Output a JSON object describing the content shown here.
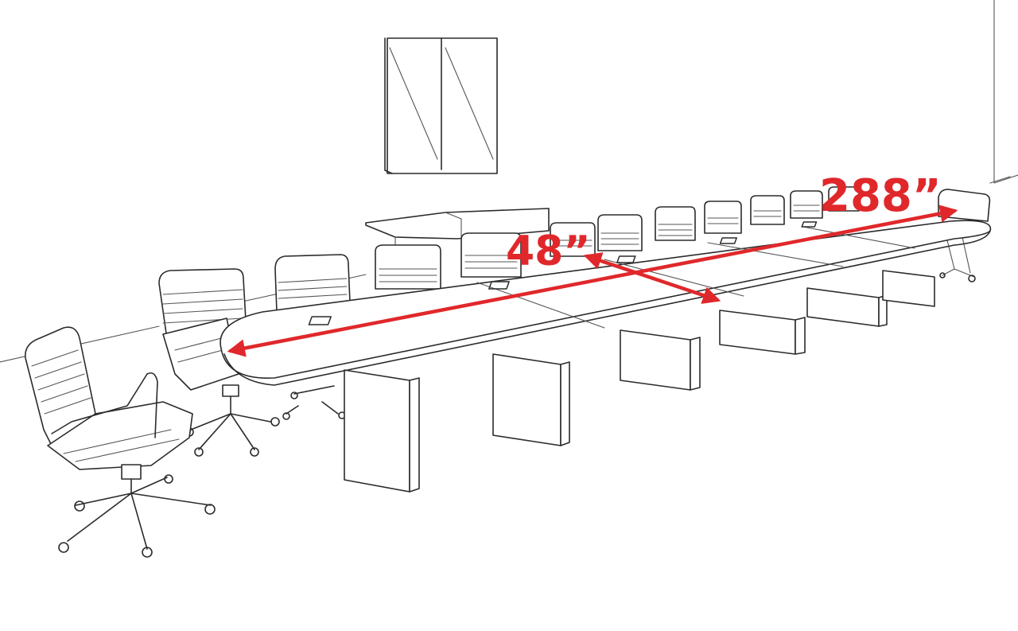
{
  "dimensions": {
    "length_label": "288”",
    "width_label": "48”"
  },
  "colors": {
    "dimension_red": "#e0282b",
    "line": "#2b2b2b",
    "background": "#ffffff"
  },
  "scene": {
    "chairs_back_row": 11,
    "chairs_front": 2,
    "table_sections": 6,
    "power_grommets": 5
  }
}
